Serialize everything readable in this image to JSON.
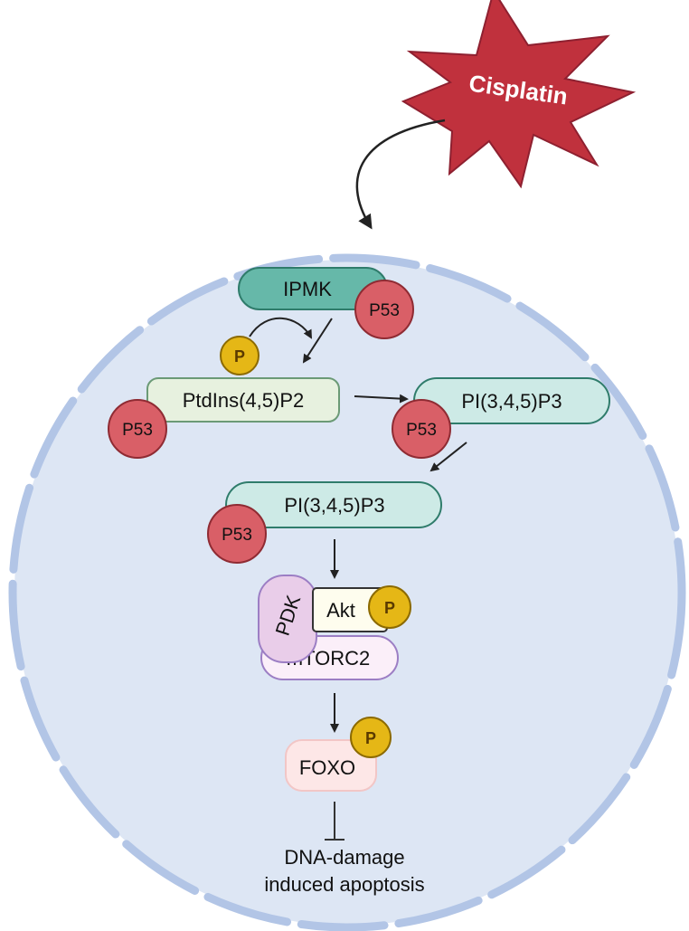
{
  "drug": {
    "label": "Cisplatin"
  },
  "ipmk": {
    "label": "IPMK"
  },
  "p53": {
    "label": "P53"
  },
  "phosphate": {
    "label": "P"
  },
  "pip2": {
    "label": "PtdIns(4,5)P2"
  },
  "pip3_a": {
    "label": "PI(3,4,5)P3"
  },
  "pip3_b": {
    "label": "PI(3,4,5)P3"
  },
  "pdk": {
    "label": "PDK"
  },
  "akt": {
    "label": "Akt"
  },
  "mtorc2": {
    "label": "mTORC2"
  },
  "foxo": {
    "label": "FOXO"
  },
  "outcome": {
    "line1": "DNA-damage",
    "line2": "induced apoptosis"
  },
  "colors": {
    "cell_fill": "#dde6f4",
    "membrane": "#b2c5e6",
    "star_fill": "#c0313d",
    "ipmk_fill": "#66b8a9",
    "p53_fill": "#d95f67",
    "phosphate_fill": "#e5b716",
    "pip2_fill": "#e7f1df",
    "pip3_fill": "#cdeae6",
    "pdk_fill": "#e9cde9",
    "akt_fill": "#fefdee",
    "mtorc2_fill": "#fbeff9",
    "foxo_fill": "#fde7e7"
  }
}
